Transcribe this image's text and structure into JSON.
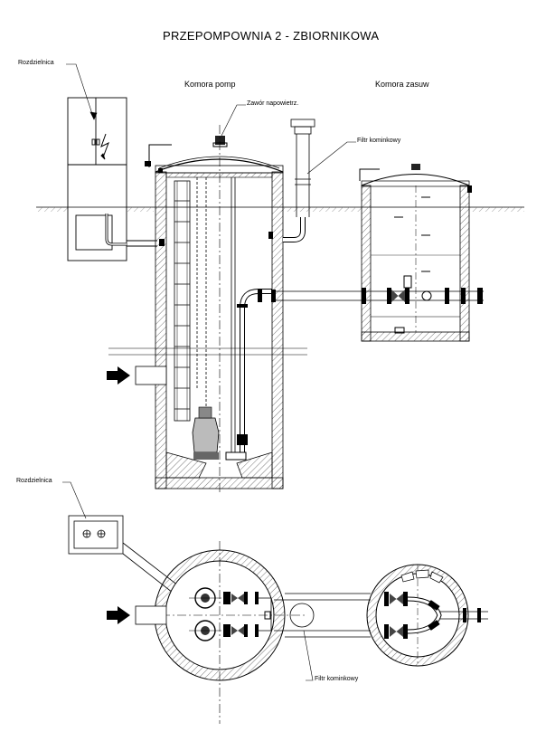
{
  "title": "PRZEPOMPOWNIA  2 - ZBIORNIKOWA",
  "labels": {
    "rozdzielnica_top": "Rozdzielnica",
    "rozdzielnica_bottom": "Rozdzielnica",
    "komora_pomp": "Komora pomp",
    "komora_zasuw": "Komora zasuw",
    "zawor": "Zawór napowietrz.",
    "filtr_top": "Filtr kominkowy",
    "filtr_bottom": "Filtr kominkowy"
  },
  "colors": {
    "line": "#000000",
    "hatch": "#555555",
    "ground": "#666666",
    "bg": "#ffffff"
  }
}
